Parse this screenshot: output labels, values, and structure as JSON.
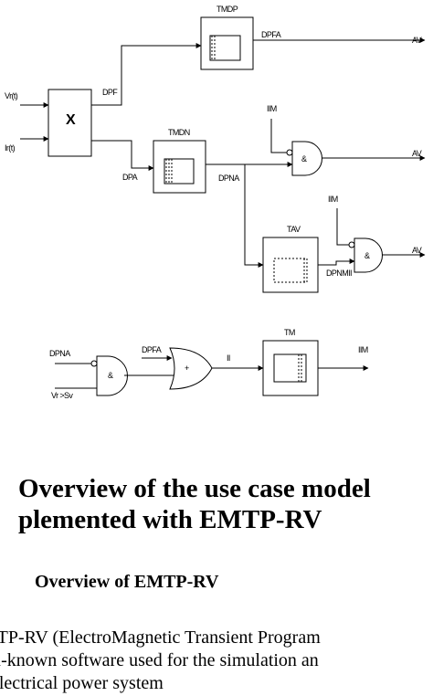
{
  "diagram": {
    "inputs": {
      "vr": "Vr(t)",
      "ir": "Ir(t)",
      "multiply": "X"
    },
    "signals": {
      "dpf": "DPF",
      "dpa": "DPA",
      "dpfa": "DPFA",
      "dpna": "DPNA",
      "dpnmii": "DPNMII",
      "iim_top": "IIM",
      "iim_mid": "IIM",
      "ii": "II",
      "iim_out": "IIM"
    },
    "blocks": {
      "tmdp": "TMDP",
      "tmdn": "TMDN",
      "tav": "TAV",
      "tm": "TM"
    },
    "outputs": {
      "av1": "AV",
      "av2": "AV",
      "av3": "AV"
    },
    "bottom_inputs": {
      "dpna": "DPNA",
      "vr_sv": "Vr >Sv",
      "dpfa": "DPFA"
    },
    "gates": {
      "and_symbol": "&",
      "or_symbol": "+"
    }
  },
  "heading": {
    "line1": "Overview of the use case model",
    "line2": "plemented with EMTP-RV"
  },
  "subheading": "Overview of EMTP-RV",
  "paragraph": {
    "line1": "ITP-RV (ElectroMagnetic Transient Program",
    "line2": "ll-known software used for the simulation an",
    "line3": "electrical power system"
  }
}
